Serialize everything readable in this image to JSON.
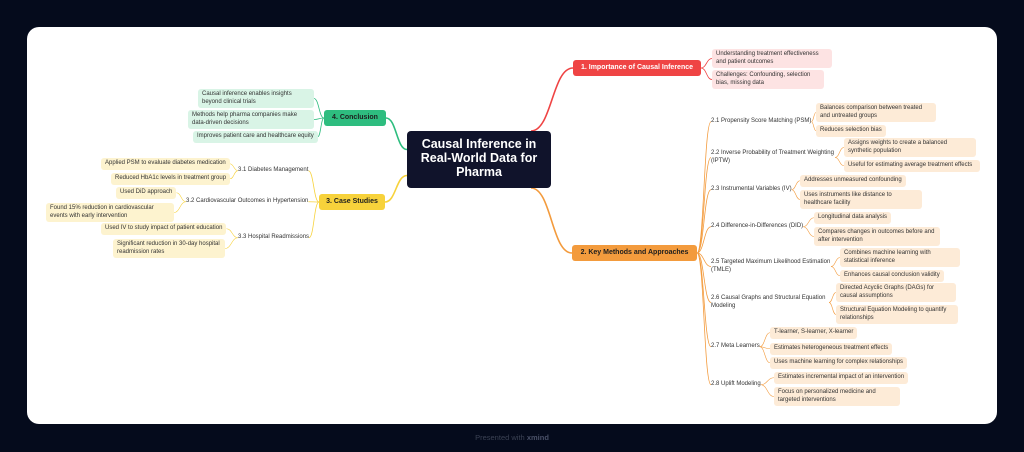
{
  "root": "Causal Inference in Real-World Data for Pharma",
  "branches": {
    "importance": {
      "title": "1. Importance of Causal Inference",
      "items": [
        "Understanding treatment effectiveness and patient outcomes",
        "Challenges: Confounding, selection bias, missing data"
      ]
    },
    "methods": {
      "title": "2. Key Methods and Approaches",
      "subs": [
        {
          "title": "2.1 Propensity Score Matching (PSM)",
          "items": [
            "Balances comparison between treated and untreated groups",
            "Reduces selection bias"
          ]
        },
        {
          "title": "2.2 Inverse Probability of Treatment Weighting (IPTW)",
          "items": [
            "Assigns weights to create a balanced synthetic population",
            "Useful for estimating average treatment effects"
          ]
        },
        {
          "title": "2.3 Instrumental Variables (IV)",
          "items": [
            "Addresses unmeasured confounding",
            "Uses instruments like distance to healthcare facility"
          ]
        },
        {
          "title": "2.4 Difference-in-Differences (DID)",
          "items": [
            "Longitudinal data analysis",
            "Compares changes in outcomes before and after intervention"
          ]
        },
        {
          "title": "2.5 Targeted Maximum Likelihood Estimation (TMLE)",
          "items": [
            "Combines machine learning with statistical inference",
            "Enhances causal conclusion validity"
          ]
        },
        {
          "title": "2.6 Causal Graphs and Structural Equation Modeling",
          "items": [
            "Directed Acyclic Graphs (DAGs) for causal assumptions",
            "Structural Equation Modeling to quantify relationships"
          ]
        },
        {
          "title": "2.7 Meta Learners",
          "items": [
            "T-learner, S-learner, X-learner",
            "Estimates heterogeneous treatment effects",
            "Uses machine learning for complex relationships"
          ]
        },
        {
          "title": "2.8 Uplift Modeling",
          "items": [
            "Estimates incremental impact of an intervention",
            "Focus on personalized medicine and targeted interventions"
          ]
        }
      ]
    },
    "case_studies": {
      "title": "3. Case Studies",
      "subs": [
        {
          "title": "3.1 Diabetes Management",
          "items": [
            "Applied PSM to evaluate diabetes medication",
            "Reduced HbA1c levels in treatment group"
          ]
        },
        {
          "title": "3.2 Cardiovascular Outcomes in Hypertension",
          "items": [
            "Used DiD approach",
            "Found 15% reduction in cardiovascular events with early intervention"
          ]
        },
        {
          "title": "3.3 Hospital Readmissions",
          "items": [
            "Used IV to study impact of patient education",
            "Significant reduction in 30-day hospital readmission rates"
          ]
        }
      ]
    },
    "conclusion": {
      "title": "4. Conclusion",
      "items": [
        "Causal inference enables insights beyond clinical trials",
        "Methods help pharma companies make data-driven decisions",
        "Improves patient care and healthcare equity"
      ]
    }
  },
  "colors": {
    "red": "#ef4444",
    "orange": "#f39b3d",
    "yellow": "#f7d23b",
    "green": "#2ebd7f",
    "root": "#10132b",
    "frame": "#050b1c"
  },
  "footer": {
    "prefix": "Presented with",
    "brand": "xmind"
  }
}
